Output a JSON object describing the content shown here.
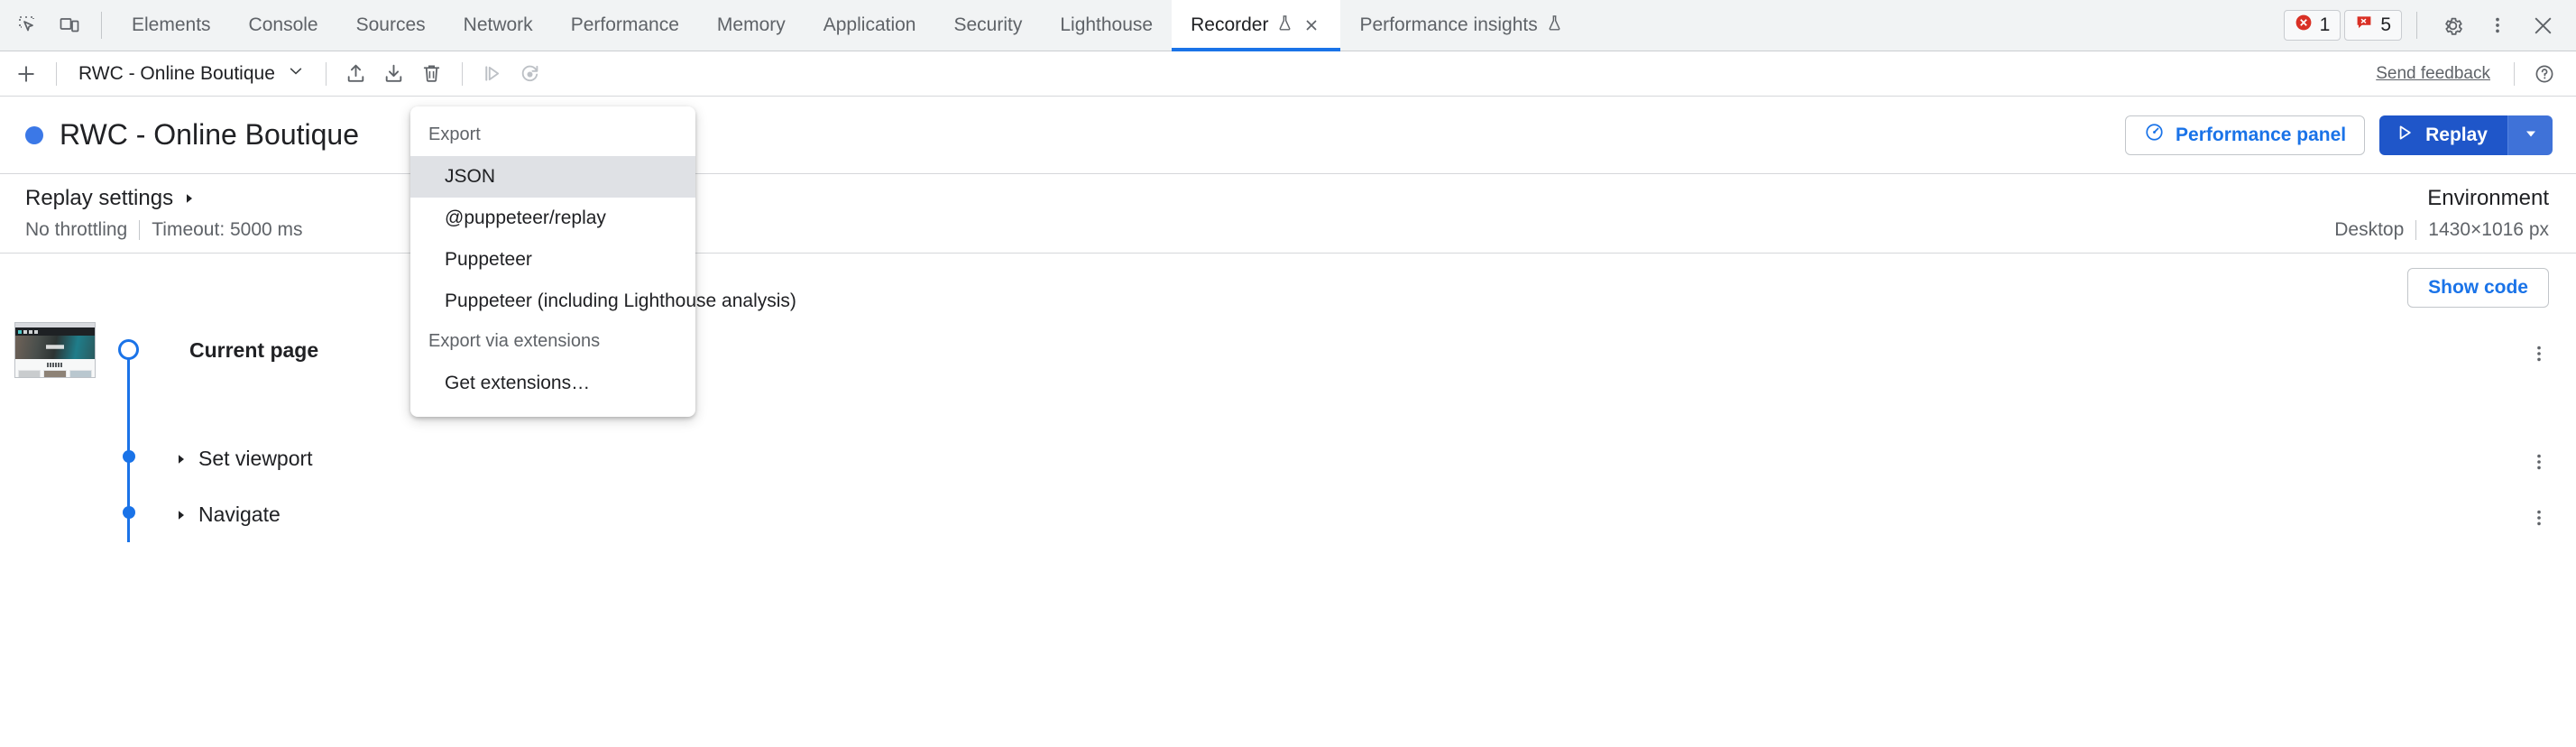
{
  "panel_tabs": {
    "inspect_icon": "inspect-element-icon",
    "device_icon": "device-toolbar-icon",
    "items": [
      {
        "label": "Elements",
        "active": false,
        "experimental": false,
        "closable": false
      },
      {
        "label": "Console",
        "active": false,
        "experimental": false,
        "closable": false
      },
      {
        "label": "Sources",
        "active": false,
        "experimental": false,
        "closable": false
      },
      {
        "label": "Network",
        "active": false,
        "experimental": false,
        "closable": false
      },
      {
        "label": "Performance",
        "active": false,
        "experimental": false,
        "closable": false
      },
      {
        "label": "Memory",
        "active": false,
        "experimental": false,
        "closable": false
      },
      {
        "label": "Application",
        "active": false,
        "experimental": false,
        "closable": false
      },
      {
        "label": "Security",
        "active": false,
        "experimental": false,
        "closable": false
      },
      {
        "label": "Lighthouse",
        "active": false,
        "experimental": false,
        "closable": false
      },
      {
        "label": "Recorder",
        "active": true,
        "experimental": true,
        "closable": true
      },
      {
        "label": "Performance insights",
        "active": false,
        "experimental": true,
        "closable": false
      }
    ],
    "errors_count": "1",
    "issues_count": "5",
    "settings_icon": "gear-icon",
    "more_icon": "more-vertical-icon",
    "close_icon": "close-icon"
  },
  "recorder_toolbar": {
    "add_label": "+",
    "recording_name": "RWC - Online Boutique",
    "chevron_icon": "chevron-down-icon",
    "import_icon": "import-icon",
    "export_icon": "export-icon",
    "delete_icon": "delete-icon",
    "step_replay_icon": "step-replay-icon",
    "record_icon": "record-icon",
    "feedback_label": "Send feedback",
    "help_icon": "help-icon"
  },
  "export_menu": {
    "group1_title": "Export",
    "group1_items": [
      {
        "label": "JSON",
        "highlighted": true
      },
      {
        "label": "@puppeteer/replay",
        "highlighted": false
      },
      {
        "label": "Puppeteer",
        "highlighted": false
      },
      {
        "label": "Puppeteer (including Lighthouse analysis)",
        "highlighted": false
      }
    ],
    "group2_title": "Export via extensions",
    "group2_items": [
      {
        "label": "Get extensions…",
        "highlighted": false
      }
    ]
  },
  "recording_header": {
    "title": "RWC - Online Boutique",
    "status_dot_color": "#3b78e7",
    "performance_panel_label": "Performance panel",
    "performance_panel_icon": "performance-gauge-icon",
    "replay_label": "Replay",
    "replay_icon": "play-icon",
    "replay_caret_icon": "caret-down-icon"
  },
  "settings": {
    "replay_settings_label": "Replay settings",
    "expand_icon": "triangle-right-icon",
    "throttling": "No throttling",
    "timeout": "Timeout: 5000 ms",
    "environment_label": "Environment",
    "device": "Desktop",
    "viewport": "1430×1016 px"
  },
  "code": {
    "show_code_label": "Show code"
  },
  "steps": [
    {
      "label": "Current page",
      "current": true,
      "more_icon": "more-vertical-icon",
      "expand_icon": ""
    },
    {
      "label": "Set viewport",
      "current": false,
      "more_icon": "more-vertical-icon",
      "expand_icon": "triangle-right-icon"
    },
    {
      "label": "Navigate",
      "current": false,
      "more_icon": "more-vertical-icon",
      "expand_icon": "triangle-right-icon"
    }
  ],
  "colors": {
    "accent_blue": "#1a73e8",
    "replay_blue": "#1f56c9",
    "error_red": "#d93025",
    "tabbar_bg": "#f1f3f4"
  }
}
